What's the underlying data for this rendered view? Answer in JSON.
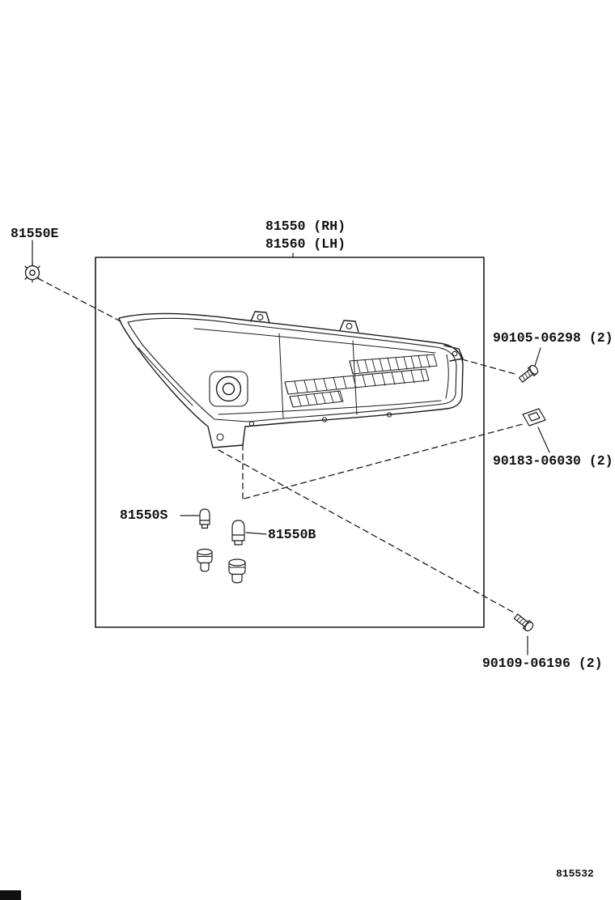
{
  "page": {
    "figure_number": "815532",
    "background": "#ffffff",
    "line_color": "#1c1c1c"
  },
  "parts": {
    "grommet_label": "81550E",
    "assembly_label_rh": "81550 (RH)",
    "assembly_label_lh": "81560 (LH)",
    "bolt_upper_label": "90105-06298 (2)",
    "retainer_label": "90183-06030 (2)",
    "socket_label": "81550S",
    "bulb_label": "81550B",
    "bolt_lower_label": "90109-06196 (2)"
  },
  "icons": {
    "grommet": "nut-icon",
    "bolt_upper": "bolt-icon",
    "retainer": "clip-icon",
    "socket": "wedge-bulb-icon",
    "bulb": "bulb-icon",
    "bolt_lower": "bolt-icon"
  }
}
